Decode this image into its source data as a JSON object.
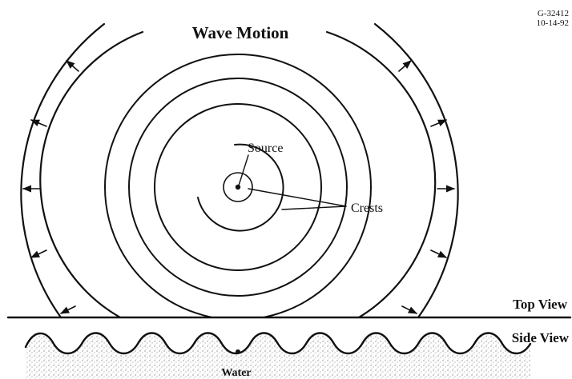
{
  "figure": {
    "title": "Wave Motion",
    "figure_id": "G-32412",
    "figure_date": "10-14-92"
  },
  "labels": {
    "source": "Source",
    "crests": "Crests",
    "top_view": "Top View",
    "side_view": "Side View",
    "water": "Water"
  },
  "colors": {
    "ink": "#111111",
    "background": "#ffffff",
    "water_stipple": "#b8b8b8"
  }
}
